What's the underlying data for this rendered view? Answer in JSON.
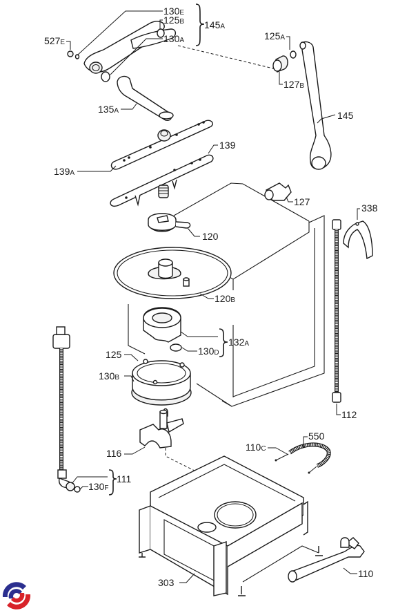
{
  "diagram": {
    "title": "Dishwasher wash system exploded parts view",
    "labels": {
      "p130E": {
        "num": "130",
        "suffix": "E"
      },
      "p125B": {
        "num": "125",
        "suffix": "B"
      },
      "p145A": {
        "num": "145",
        "suffix": "A"
      },
      "p130A": {
        "num": "130",
        "suffix": "A"
      },
      "p527E": {
        "num": "527",
        "suffix": "E"
      },
      "p125A": {
        "num": "125",
        "suffix": "A"
      },
      "p127B": {
        "num": "127",
        "suffix": "B"
      },
      "p145": {
        "num": "145",
        "suffix": ""
      },
      "p135A": {
        "num": "135",
        "suffix": "A"
      },
      "p139": {
        "num": "139",
        "suffix": ""
      },
      "p139A": {
        "num": "139",
        "suffix": "A"
      },
      "p127": {
        "num": "127",
        "suffix": ""
      },
      "p338": {
        "num": "338",
        "suffix": ""
      },
      "p120": {
        "num": "120",
        "suffix": ""
      },
      "p120B": {
        "num": "120",
        "suffix": "B"
      },
      "p132A": {
        "num": "132",
        "suffix": "A"
      },
      "p130D": {
        "num": "130",
        "suffix": "D"
      },
      "p125": {
        "num": "125",
        "suffix": ""
      },
      "p130B": {
        "num": "130",
        "suffix": "B"
      },
      "p112": {
        "num": "112",
        "suffix": ""
      },
      "p116": {
        "num": "116",
        "suffix": ""
      },
      "p110C": {
        "num": "110",
        "suffix": "C"
      },
      "p550": {
        "num": "550",
        "suffix": ""
      },
      "p111": {
        "num": "111",
        "suffix": ""
      },
      "p130F": {
        "num": "130",
        "suffix": "F"
      },
      "p303": {
        "num": "303",
        "suffix": ""
      },
      "p110": {
        "num": "110",
        "suffix": ""
      }
    },
    "logo": {
      "name": "brand-logo",
      "colors": {
        "blue": "#2b2f8f",
        "red": "#d8232a"
      }
    }
  }
}
